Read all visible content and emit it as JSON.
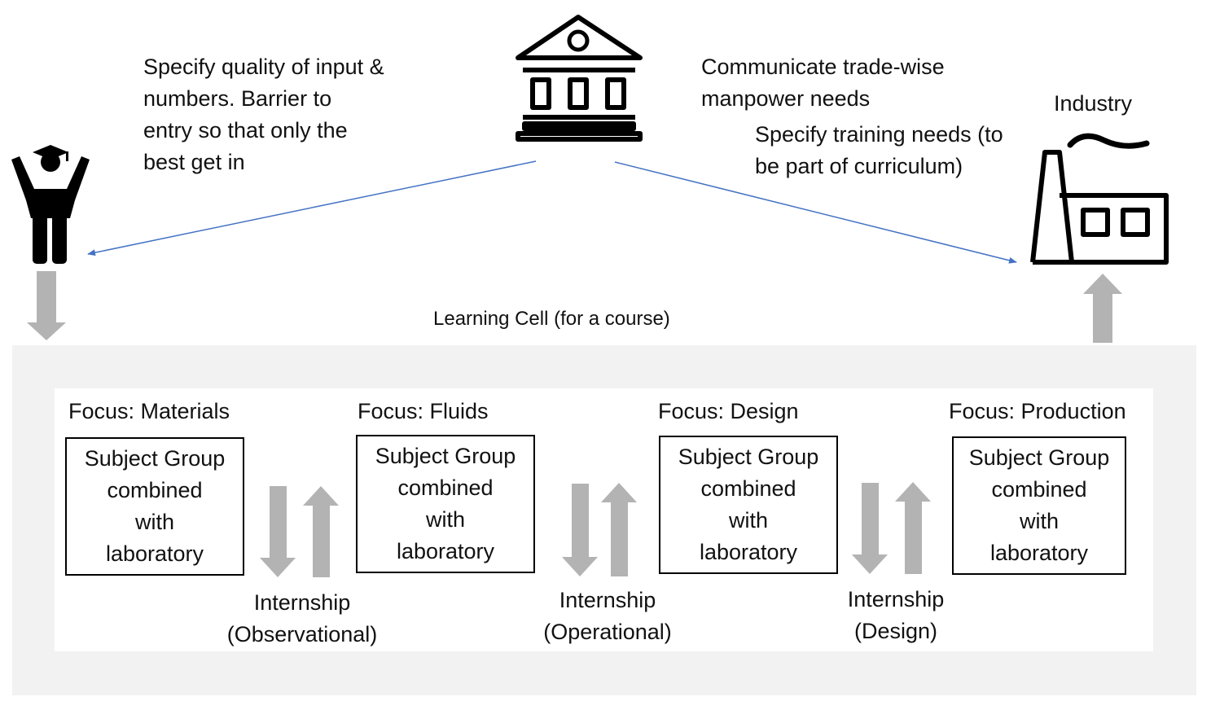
{
  "notes": {
    "left": "Specify quality of input &\nnumbers. Barrier to\nentry so that only the\nbest get in",
    "right_top": "Communicate trade-wise\nmanpower needs",
    "right_bottom": "Specify training needs (to\nbe part of curriculum)"
  },
  "industry_label": "Industry",
  "cell_title": "Learning Cell (for a course)",
  "stages": [
    {
      "focus": "Focus: Materials",
      "box": "Subject Group\ncombined\nwith\nlaboratory"
    },
    {
      "focus": "Focus: Fluids",
      "box": "Subject Group\ncombined\nwith\nlaboratory"
    },
    {
      "focus": "Focus: Design",
      "box": "Subject Group\ncombined\nwith\nlaboratory"
    },
    {
      "focus": "Focus: Production",
      "box": "Subject Group\ncombined\nwith\nlaboratory"
    }
  ],
  "internships": [
    "Internship\n(Observational)",
    "Internship\n(Operational)",
    "Internship\n(Design)"
  ],
  "icons": {
    "government": "government-building-icon",
    "student": "graduate-student-icon",
    "industry": "factory-icon"
  },
  "colors": {
    "connector": "#4472c4",
    "flow_arrow": "#b3b3b3",
    "panel": "#f2f2f2"
  }
}
